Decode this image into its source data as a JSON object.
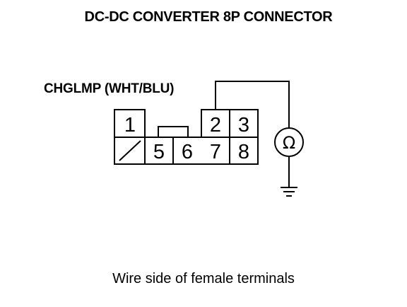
{
  "title": "DC-DC CONVERTER 8P CONNECTOR",
  "wire_label": "CHGLMP (WHT/BLU)",
  "caption": "Wire side of female terminals",
  "connector": {
    "pins": {
      "p1": "1",
      "p2": "2",
      "p3": "3",
      "p5": "5",
      "p6": "6",
      "p7": "7",
      "p8": "8"
    },
    "unused_cavity": "4"
  },
  "meter": {
    "symbol": "Ω",
    "name": "ohmmeter"
  },
  "colors": {
    "line": "#000000",
    "background": "#ffffff"
  }
}
